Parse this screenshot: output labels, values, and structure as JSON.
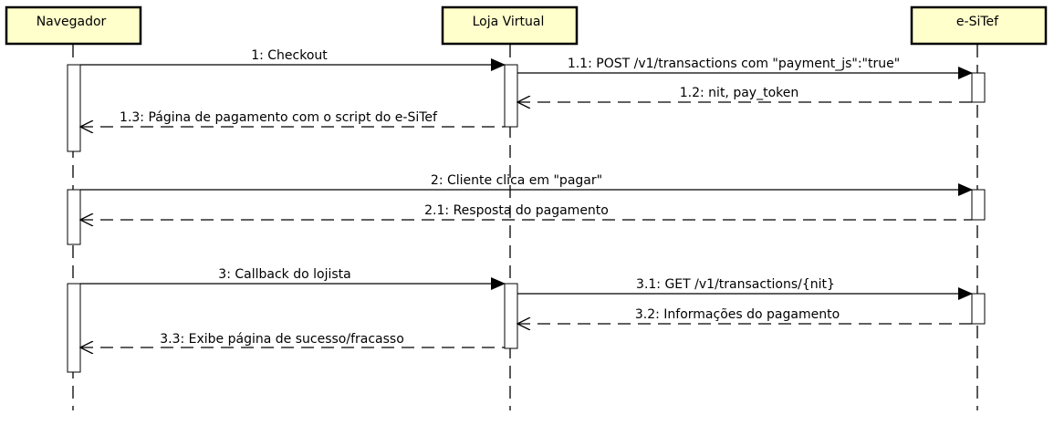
{
  "colors": {
    "participant_fill": "#ffffcc",
    "participant_stroke": "#000000",
    "activation_fill": "#ffffff",
    "line": "#000000"
  },
  "participants": [
    {
      "id": "navegador",
      "label": "Navegador"
    },
    {
      "id": "loja",
      "label": "Loja Virtual"
    },
    {
      "id": "esitef",
      "label": "e-SiTef"
    }
  ],
  "messages": [
    {
      "id": "m1",
      "label": "1: Checkout",
      "from": "navegador",
      "to": "loja",
      "kind": "sync"
    },
    {
      "id": "m11",
      "label": "1.1: POST /v1/transactions com \"payment_js\":\"true\"",
      "from": "loja",
      "to": "esitef",
      "kind": "sync"
    },
    {
      "id": "m12",
      "label": "1.2: nit, pay_token",
      "from": "esitef",
      "to": "loja",
      "kind": "return"
    },
    {
      "id": "m13",
      "label": "1.3: Página de pagamento com o script do e-SiTef",
      "from": "loja",
      "to": "navegador",
      "kind": "return"
    },
    {
      "id": "m2",
      "label": "2: Cliente clica em \"pagar\"",
      "from": "navegador",
      "to": "esitef",
      "kind": "sync"
    },
    {
      "id": "m21",
      "label": "2.1: Resposta do pagamento",
      "from": "esitef",
      "to": "navegador",
      "kind": "return"
    },
    {
      "id": "m3",
      "label": "3: Callback do lojista",
      "from": "navegador",
      "to": "loja",
      "kind": "sync"
    },
    {
      "id": "m31",
      "label": "3.1: GET /v1/transactions/{nit}",
      "from": "loja",
      "to": "esitef",
      "kind": "sync"
    },
    {
      "id": "m32",
      "label": "3.2: Informações do pagamento",
      "from": "esitef",
      "to": "loja",
      "kind": "return"
    },
    {
      "id": "m33",
      "label": "3.3: Exibe página de sucesso/fracasso",
      "from": "loja",
      "to": "navegador",
      "kind": "return"
    }
  ]
}
